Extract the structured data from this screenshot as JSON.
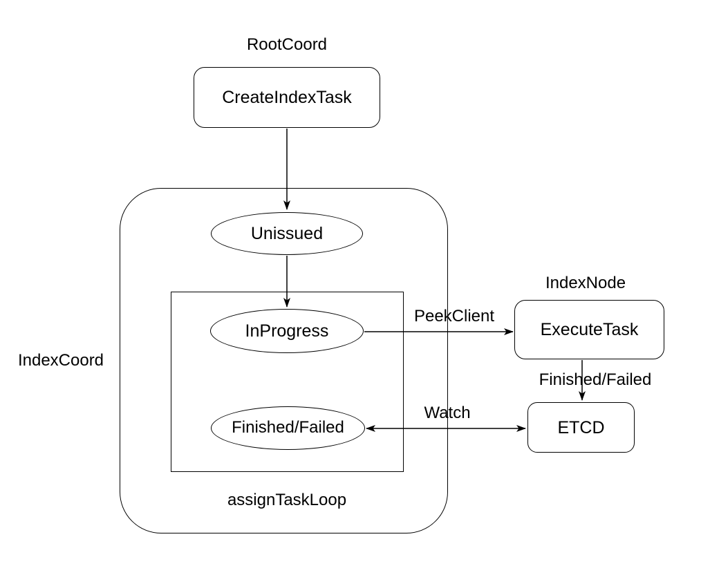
{
  "diagram": {
    "type": "flowchart",
    "colors": {
      "background": "#ffffff",
      "stroke": "#000000",
      "text": "#000000",
      "node_fill": "#ffffff"
    },
    "group_labels": {
      "root_coord": "RootCoord",
      "index_coord": "IndexCoord",
      "index_node": "IndexNode",
      "assign_task_loop": "assignTaskLoop"
    },
    "nodes": {
      "create_index_task": "CreateIndexTask",
      "unissued": "Unissued",
      "in_progress": "InProgress",
      "finished_failed": "Finished/Failed",
      "execute_task": "ExecuteTask",
      "etcd": "ETCD"
    },
    "edge_labels": {
      "peek_client": "PeekClient",
      "finished_failed": "Finished/Failed",
      "watch": "Watch"
    },
    "edges": [
      {
        "from": "create_index_task",
        "to": "unissued",
        "label": "",
        "direction": "one-way"
      },
      {
        "from": "unissued",
        "to": "in_progress",
        "label": "",
        "direction": "one-way"
      },
      {
        "from": "in_progress",
        "to": "execute_task",
        "label": "PeekClient",
        "direction": "one-way"
      },
      {
        "from": "execute_task",
        "to": "etcd",
        "label": "Finished/Failed",
        "direction": "one-way"
      },
      {
        "from": "finished_failed",
        "to": "etcd",
        "label": "Watch",
        "direction": "two-way"
      }
    ]
  }
}
